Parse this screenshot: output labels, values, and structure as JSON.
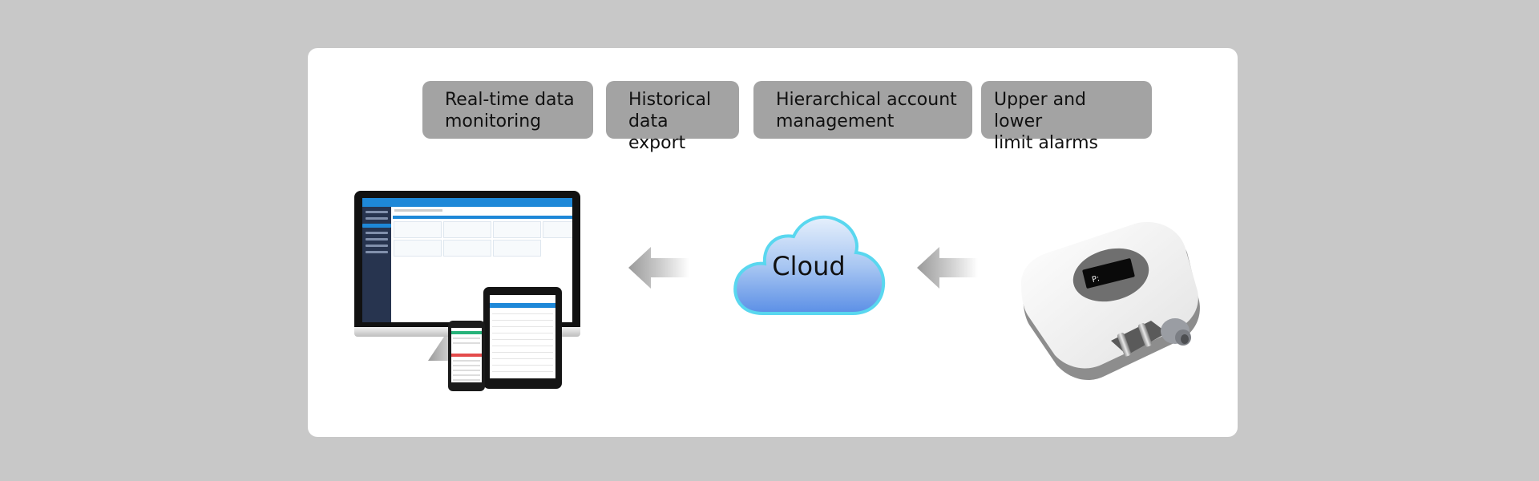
{
  "features": [
    {
      "label": "Real-time data\nmonitoring"
    },
    {
      "label": "Historical\ndata export"
    },
    {
      "label": "Hierarchical account\nmanagement"
    },
    {
      "label": "Upper and lower\nlimit alarms"
    }
  ],
  "diagram": {
    "cloud_label": "Cloud",
    "flow": [
      "sensor-device",
      "cloud",
      "client-devices"
    ],
    "client_devices": [
      "monitor",
      "tablet",
      "phone"
    ],
    "colors": {
      "background": "#c8c8c8",
      "card": "#ffffff",
      "feature_box": "#a3a3a3",
      "cloud_top": "#e6f0fc",
      "cloud_bottom": "#5b8fe6",
      "cloud_outline": "#59d7ef",
      "dashboard_accent": "#1e88d8",
      "dashboard_sidebar": "#27344f"
    }
  }
}
